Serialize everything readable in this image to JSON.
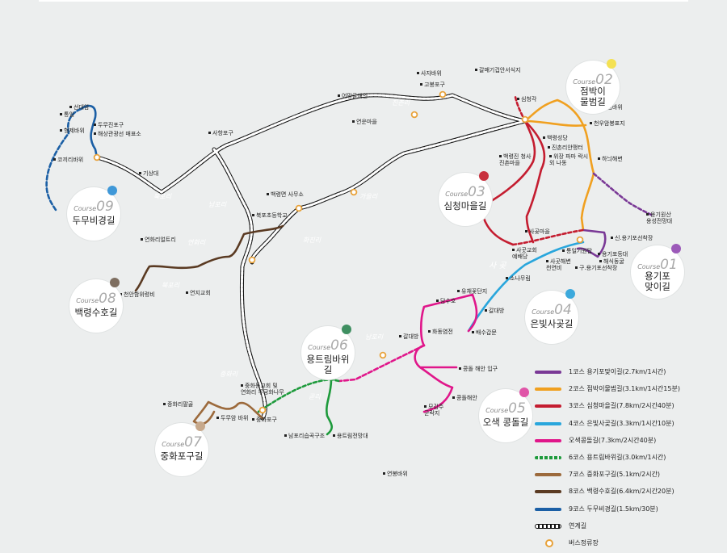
{
  "courses": [
    {
      "no": "01",
      "course_word": "Course",
      "name": "용기포\n맞이길",
      "legend": "1코스 용기포맞이길(2.7km/1시간)",
      "color": "#7a3996"
    },
    {
      "no": "02",
      "course_word": "Course",
      "name": "점박이\n물범길",
      "legend": "2코스 점박이물범길(3.1km/1시간15분)",
      "color": "#f0a020"
    },
    {
      "no": "03",
      "course_word": "Course",
      "name": "심청마을길",
      "legend": "3코스 심청마을길(7.8km/2시간40분)",
      "color": "#c41d30"
    },
    {
      "no": "04",
      "course_word": "Course",
      "name": "은빛사곶길",
      "legend": "4코스 은빛사곶길(3.3km/1시간10분)",
      "color": "#29a6dc"
    },
    {
      "no": "05",
      "course_word": "Course",
      "name": "오색 콩돌길",
      "legend": "오색콩돌길(7.3km/2시간40분)",
      "color": "#e0168a"
    },
    {
      "no": "06",
      "course_word": "Course",
      "name": "용트림바위길",
      "legend": "6코스 용트림바위길(3.0km/1시간)",
      "color": "#1d9a3b"
    },
    {
      "no": "07",
      "course_word": "Course",
      "name": "중화포구길",
      "legend": "7코스 중화포구길(5.1km/2시간)",
      "color": "#9c6a3c"
    },
    {
      "no": "08",
      "course_word": "Course",
      "name": "백령수호길",
      "legend": "8코스 백령수호길(6.4km/2시간20분)",
      "color": "#5a3a22"
    },
    {
      "no": "09",
      "course_word": "Course",
      "name": "두무비경길",
      "legend": "9코스 두무비경길(1.5km/30분)",
      "color": "#1b5fa5"
    }
  ],
  "badge_colors": {
    "01": "#9c5ab9",
    "02": "#f4e152",
    "03": "#c8313e",
    "04": "#3ca9dc",
    "05": "#e055a8",
    "06": "#3f8f61",
    "07": "#c7a98c",
    "08": "#7e6e60",
    "09": "#3f98d8"
  },
  "legend_extra": {
    "connector": "연계길",
    "bus": "버스정류장"
  },
  "pois": {
    "sajabawi": "사자바위",
    "galme": "갈매기겁안서식지",
    "gobongpogu": "고봉포구",
    "simcheonggak": "심청각",
    "mulbeom": "물범바위",
    "dumupo": "천우암봉표지",
    "baekryeong_seong": "백령성당",
    "jinchon": "진촌리안맹터",
    "baekryeong_cheongsa": "백령진 청사\n진촌마을",
    "dokkaebi": "위장 파마 락시\n외 나동",
    "hanae": "하늬해변",
    "yonggisan": "용기원산\n용성전망대",
    "yonggipo": "신.용기포선착장",
    "yonggipodeung": "용기포등대",
    "haesikdong": "해식동굴",
    "gu_yonggipo": "구.용기포선착장",
    "nongil": "통일기원탑",
    "sagot_gyohoe": "사곳교회\n예배당",
    "sagot_haebyeon": "사곳해변\n천연비",
    "sagotmaeul": "사곶마을",
    "sonamu": "소나무림",
    "yuchae": "유채꽃단지",
    "damsu": "담수호",
    "galdaebang": "갈대방",
    "hwadong": "화동염전",
    "baesugap": "배수갑문",
    "kongdol_ip": "콩돌 해안 입구",
    "kongdol": "콩돌해안",
    "mojodong": "모감주\n군락지",
    "yeonbawi": "연봉바위",
    "namporiseup": "남포리습곡구조",
    "yongtrim": "용트림전망대",
    "jungwha_gyohoe": "중화동교회 및\n연화리 무궁화나무",
    "jungwha_pogu": "중화포구",
    "jungwha_rot": "중화리팔골",
    "dumu": "두무암 바위",
    "yeonhwa": "연화리얼트리",
    "cheonan": "천안함위령비",
    "yeonji": "연지교회",
    "bukpo": "북포초등학교",
    "baekryeongmyeon": "백령면 사무소",
    "sahwang": "사항포구",
    "eorimgul": "어망굴해인",
    "yeongun": "연운마을",
    "gisuntae": "기상대",
    "seonda": "선대암",
    "tong": "통일",
    "dumu_gil": "두무진포구",
    "haesang": "해상관광선 매표소",
    "hyeongje": "형제바위",
    "kokkiri": "코끼리바위"
  },
  "place_labels": {
    "jinchon": "진촌리",
    "bukpo": "북포리",
    "namporeeul": "남포리",
    "gaheul": "가을리",
    "yeonhwa": "연화리",
    "hwajeon": "화진리",
    "sagotlbl": "사 곶",
    "bukpo2": "북포리",
    "jungwharl": "중화리",
    "namporl": "남포리",
    "geoli": "곧리"
  }
}
